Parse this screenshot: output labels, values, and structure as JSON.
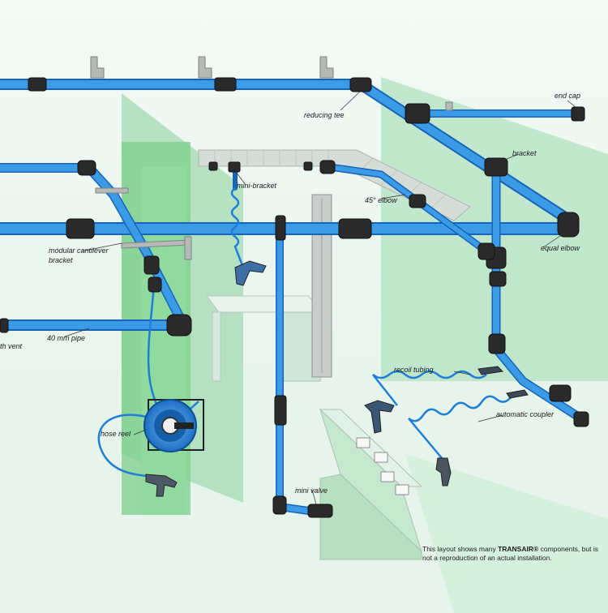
{
  "labels": {
    "end_cap": "end cap",
    "reducing_tee": "reducing tee",
    "bracket": "bracket",
    "mini_bracket": "mini-bracket",
    "elbow_45": "45° elbow",
    "equal_elbow": "equal elbow",
    "modular_cantilever_bracket_line1": "modular cantilever",
    "modular_cantilever_bracket_line2": "bracket",
    "mm40_pipe": "40 mm pipe",
    "vent": "th vent",
    "recoil_tubing": "recoil tubing",
    "automatic_coupler": "automatic coupler",
    "hose_reel": "hose reel",
    "mini_valve": "mini valve"
  },
  "note": {
    "prefix": "This layout shows many ",
    "brand": "TRANSAIR®",
    "suffix": " components, but is not a reproduction of an actual installation."
  },
  "colors": {
    "pipe": "#2f8fe0",
    "pipe_edge": "#1565b8",
    "fitting": "#2a2a2a",
    "wall_green": "#9fd8b0",
    "column_green": "#7ccf8c",
    "background": "#eef7f1"
  }
}
